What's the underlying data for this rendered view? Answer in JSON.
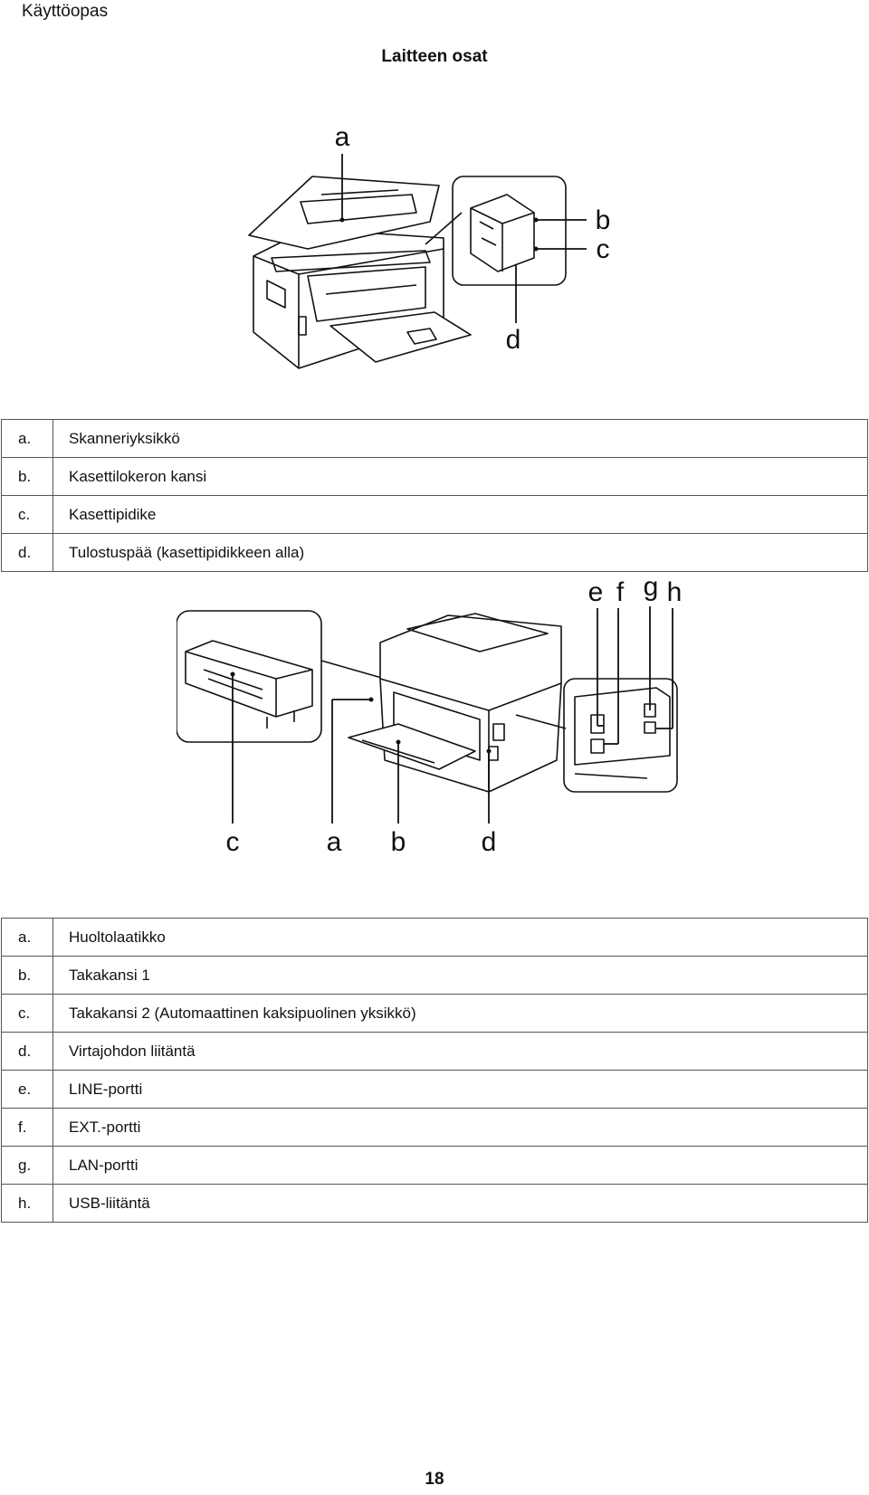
{
  "header": {
    "title": "Käyttöopas"
  },
  "section": {
    "title": "Laitteen osat"
  },
  "figure1": {
    "callouts": {
      "a": "a",
      "b": "b",
      "c": "c",
      "d": "d"
    }
  },
  "table1": {
    "rows": [
      {
        "key": "a.",
        "text": "Skanneriyksikkö"
      },
      {
        "key": "b.",
        "text": "Kasettilokeron kansi"
      },
      {
        "key": "c.",
        "text": "Kasettipidike"
      },
      {
        "key": "d.",
        "text": "Tulostuspää (kasettipidikkeen alla)"
      }
    ]
  },
  "figure2": {
    "callouts": {
      "e": "e",
      "f": "f",
      "g": "g",
      "h": "h",
      "c": "c",
      "a": "a",
      "b": "b",
      "d": "d"
    }
  },
  "table2": {
    "rows": [
      {
        "key": "a.",
        "text": "Huoltolaatikko"
      },
      {
        "key": "b.",
        "text": "Takakansi 1"
      },
      {
        "key": "c.",
        "text": "Takakansi 2 (Automaattinen kaksipuolinen yksikkö)"
      },
      {
        "key": "d.",
        "text": "Virtajohdon liitäntä"
      },
      {
        "key": "e.",
        "text": "LINE-portti"
      },
      {
        "key": "f.",
        "text": "EXT.-portti"
      },
      {
        "key": "g.",
        "text": "LAN-portti"
      },
      {
        "key": "h.",
        "text": "USB-liitäntä"
      }
    ]
  },
  "footer": {
    "page_number": "18"
  }
}
